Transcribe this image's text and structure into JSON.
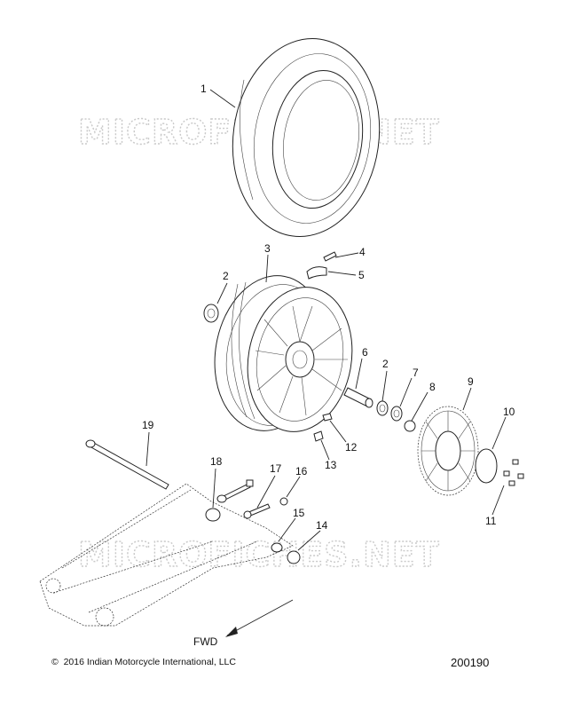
{
  "watermark": "MICROFICHES.NET",
  "fwd_label": "FWD",
  "copyright_symbol": "©",
  "copyright": "2016 Indian Motorcycle International, LLC",
  "figure_number": "200190",
  "callouts": [
    "1",
    "2",
    "3",
    "4",
    "5",
    "2",
    "6",
    "7",
    "8",
    "9",
    "10",
    "11",
    "12",
    "13",
    "14",
    "15",
    "16",
    "17",
    "18",
    "19"
  ]
}
